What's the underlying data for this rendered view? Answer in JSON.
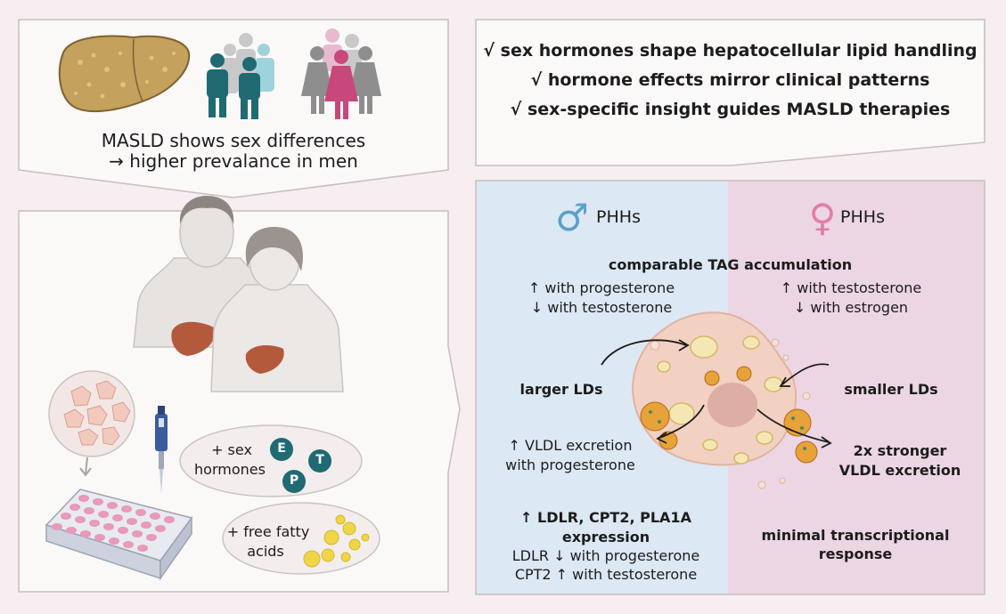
{
  "top_left": {
    "line1": "MASLD shows sex differences",
    "line2": "→ higher prevalance in men"
  },
  "top_right": {
    "items": [
      "√ sex hormones shape hepatocellular lipid handling",
      "√ hormone effects mirror clinical patterns",
      "√ sex-specific insight guides MASLD therapies"
    ]
  },
  "experiment": {
    "hormones_line1": "+ sex",
    "hormones_line2": "hormones",
    "hormone_e": "E",
    "hormone_t": "T",
    "hormone_p": "P",
    "ffa_line1": "+ free fatty",
    "ffa_line2": "acids"
  },
  "male": {
    "symbol": "♂",
    "title": "PHHs",
    "tag_up": "↑ with progesterone",
    "tag_down": "↓ with testosterone",
    "ld_size": "larger LDs",
    "vldl_line1": "↑ VLDL excretion",
    "vldl_line2": "with progesterone",
    "genes_line1": "↑ LDLR, CPT2, PLA1A",
    "genes_line2": "expression",
    "genes_line3": "LDLR ↓ with progesterone",
    "genes_line4": "CPT2 ↑ with testosterone"
  },
  "female": {
    "symbol": "♀",
    "title": "PHHs",
    "tag_up": "↑ with testosterone",
    "tag_down": "↓ with estrogen",
    "ld_size": "smaller LDs",
    "vldl_line1": "2x stronger",
    "vldl_line2": "VLDL excretion",
    "transcript_line1": "minimal transcriptional",
    "transcript_line2": "response"
  },
  "shared": {
    "tag_title": "comparable TAG accumulation"
  },
  "colors": {
    "male_bg": "#dce8f4",
    "female_bg": "#ecd6e3",
    "male_symbol": "#5aa0cc",
    "female_symbol": "#e37da5",
    "liver": "#c4a15c",
    "teal": "#1f6a73",
    "pink": "#c8487b"
  }
}
